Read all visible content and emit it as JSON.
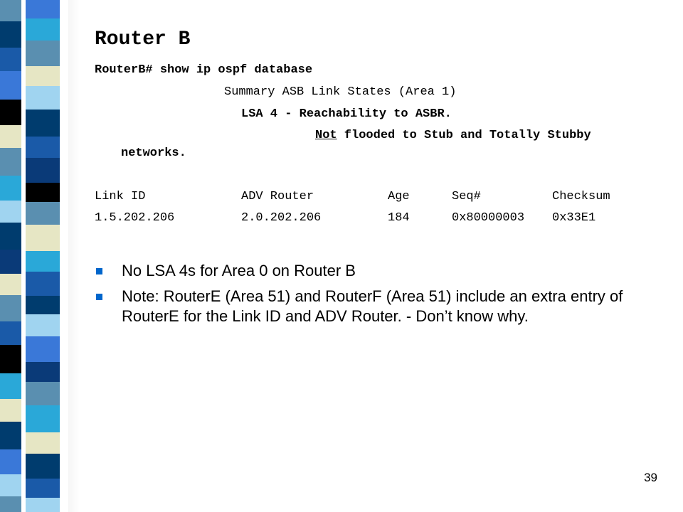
{
  "slide": {
    "title": "Router B",
    "page_number": "39"
  },
  "cli": {
    "command": "RouterB# show ip ospf database",
    "section_header": "Summary ASB Link States (Area 1)",
    "lsa_note": "LSA 4 - Reachability to ASBR.",
    "flood_note_not": "Not",
    "flood_note_rest": " flooded to Stub and Totally Stubby",
    "flood_note_cont": "networks.",
    "table": {
      "headers": [
        "Link ID",
        "ADV Router",
        "Age",
        "Seq#",
        "Checksum"
      ],
      "row": [
        "1.5.202.206",
        "2.0.202.206",
        "184",
        "0x80000003",
        "0x33E1"
      ]
    }
  },
  "bullets": [
    "No LSA 4s for Area 0 on Router B",
    "Note:  RouterE (Area 51) and RouterF (Area 51) include an extra entry of RouterE for the Link ID and ADV Router.  - Don’t know why."
  ],
  "colors": {
    "stripe_palette": [
      "#5a8fb0",
      "#003c6e",
      "#1a5aa8",
      "#3a78d8",
      "#000000",
      "#e6e6c4",
      "#2aa8d8",
      "#a0d4f0",
      "#0a3a78"
    ],
    "bullet": "#0066cc"
  }
}
